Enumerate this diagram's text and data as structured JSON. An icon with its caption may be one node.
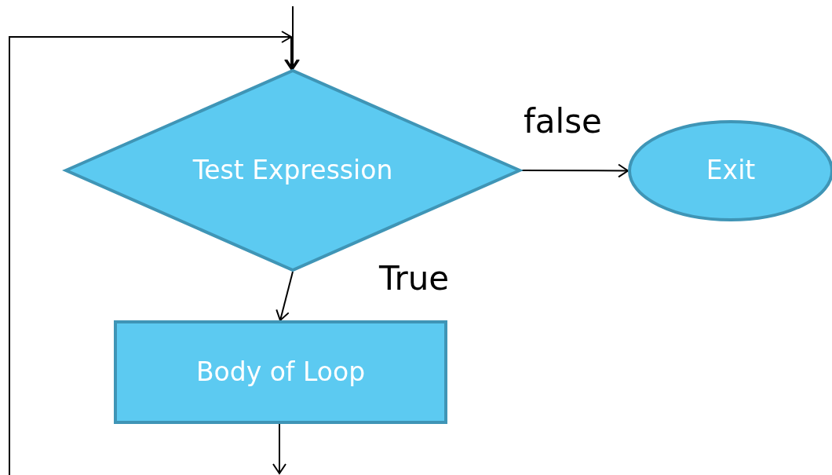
{
  "diagram": {
    "nodes": [
      {
        "text": [
          "Test Expression"
        ]
      },
      {
        "text": [
          "Exit"
        ]
      },
      {
        "text": [
          "Body of Loop"
        ]
      }
    ],
    "edges": [
      {
        "from": null,
        "to": 0,
        "arrow": "to"
      },
      {
        "from": null,
        "to": 0,
        "arrow": "to"
      },
      {
        "from": 0,
        "to": 1,
        "arrow": "to",
        "label": "false"
      },
      {
        "from": 0,
        "to": 2,
        "arrow": "to",
        "label": "True"
      },
      {
        "from": 2,
        "to": null,
        "arrow": "to"
      }
    ]
  }
}
